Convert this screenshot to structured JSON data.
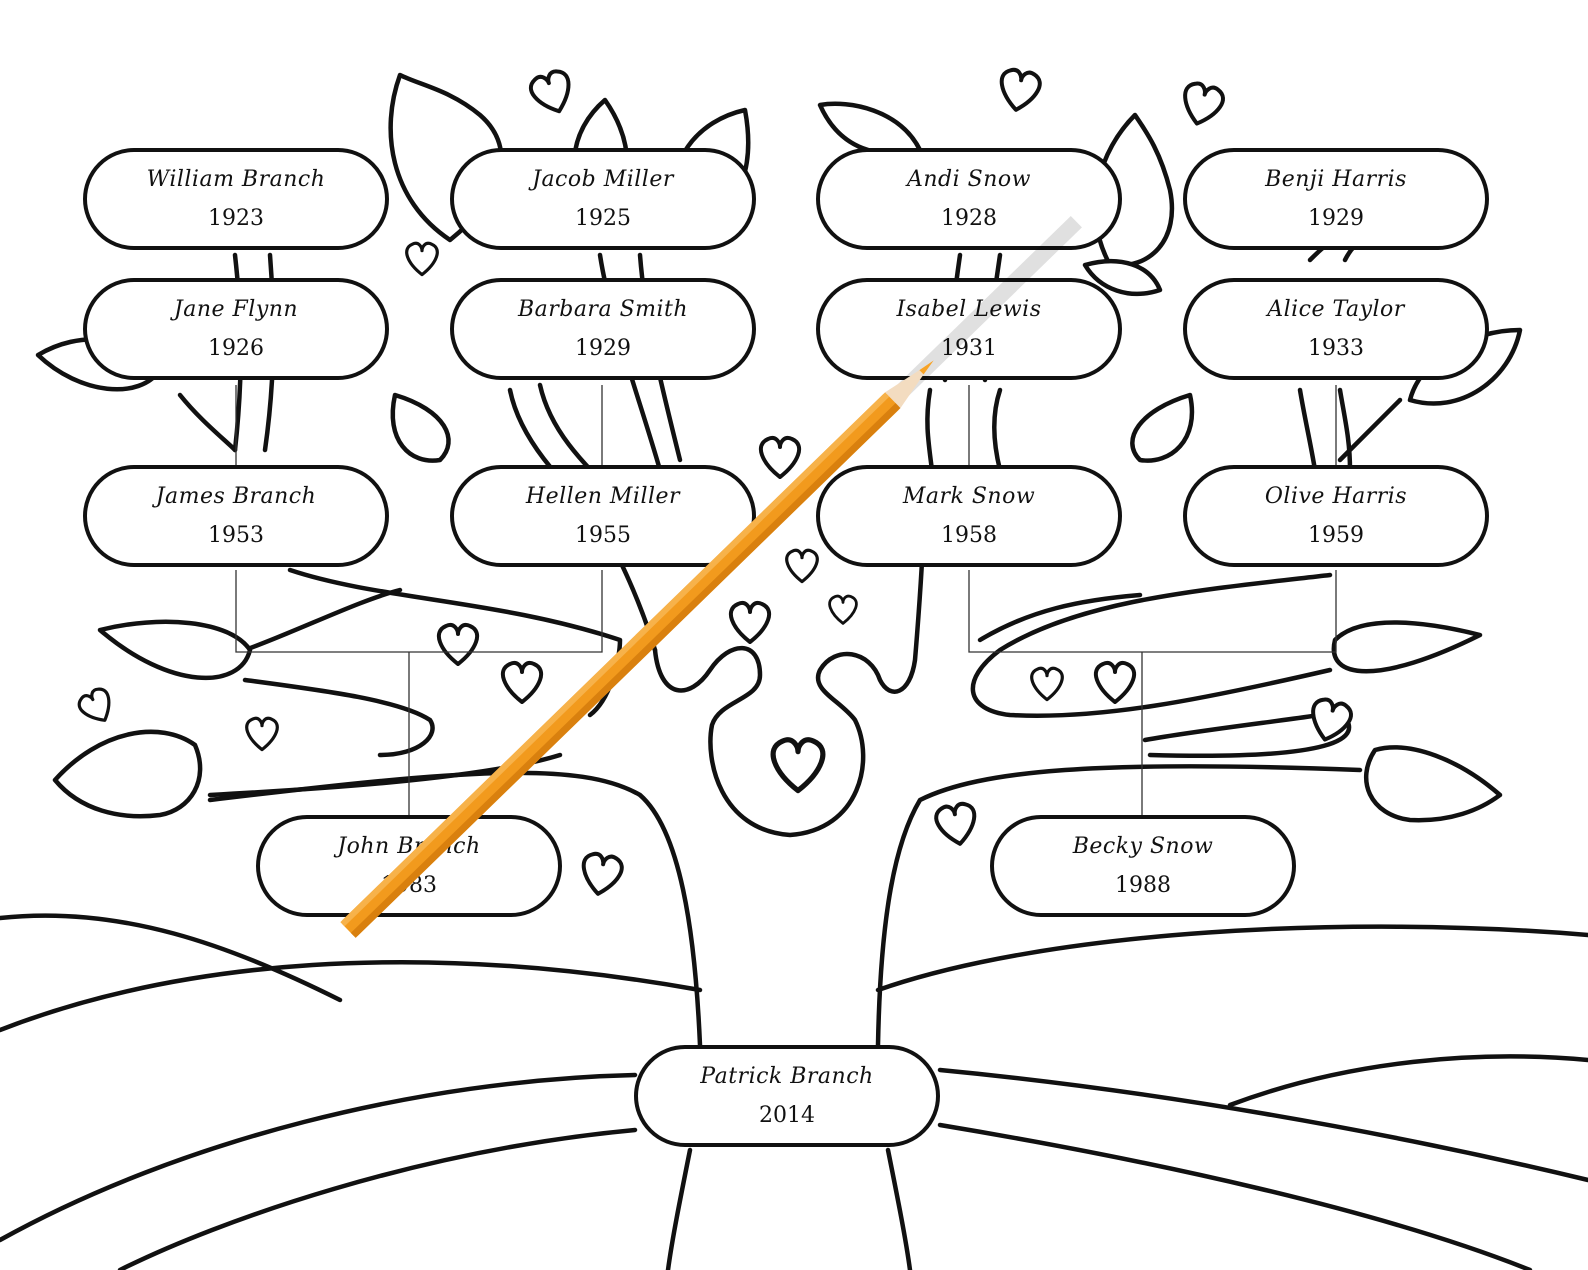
{
  "colors": {
    "ink": "#111111",
    "paper": "#ffffff",
    "pencil_body": "#f29a1d",
    "pencil_wood": "#f3dcc0",
    "pencil_lead": "#f7a326"
  },
  "people": {
    "william_branch": {
      "name": "William Branch",
      "year": "1923"
    },
    "jacob_miller": {
      "name": "Jacob Miller",
      "year": "1925"
    },
    "andi_snow": {
      "name": "Andi Snow",
      "year": "1928"
    },
    "benji_harris": {
      "name": "Benji Harris",
      "year": "1929"
    },
    "jane_flynn": {
      "name": "Jane Flynn",
      "year": "1926"
    },
    "barbara_smith": {
      "name": "Barbara Smith",
      "year": "1929"
    },
    "isabel_lewis": {
      "name": "Isabel Lewis",
      "year": "1931"
    },
    "alice_taylor": {
      "name": "Alice Taylor",
      "year": "1933"
    },
    "james_branch": {
      "name": "James Branch",
      "year": "1953"
    },
    "hellen_miller": {
      "name": "Hellen Miller",
      "year": "1955"
    },
    "mark_snow": {
      "name": "Mark Snow",
      "year": "1958"
    },
    "olive_harris": {
      "name": "Olive Harris",
      "year": "1959"
    },
    "john_branch": {
      "name": "John Branch",
      "year": "1983"
    },
    "becky_snow": {
      "name": "Becky Snow",
      "year": "1988"
    },
    "patrick_branch": {
      "name": "Patrick Branch",
      "year": "2014"
    }
  }
}
